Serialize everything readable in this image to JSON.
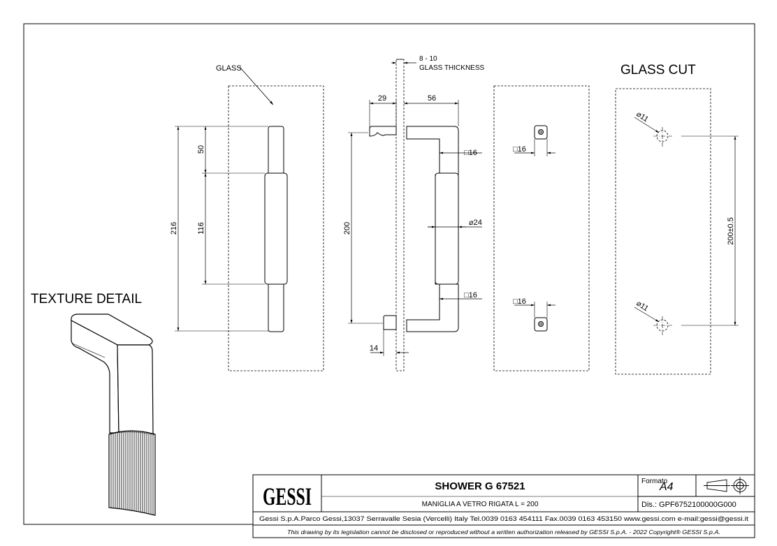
{
  "labels": {
    "glass": "GLASS",
    "glass_cut": "GLASS CUT",
    "texture_detail": "TEXTURE DETAIL",
    "glass_thickness_value": "8 - 10",
    "glass_thickness": "GLASS THICKNESS"
  },
  "dimensions": {
    "overall_length": "216",
    "end_length": "50",
    "grip_length": "116",
    "center_distance": "200",
    "offset_top": "29",
    "projection": "56",
    "bar_square_top": "□16",
    "bar_square_bottom": "□16",
    "grip_diameter": "⌀24",
    "offset_bottom": "14",
    "base_square_top": "□16",
    "base_square_bottom": "□16",
    "hole_top": "⌀11",
    "hole_bottom": "⌀11",
    "hole_distance": "200±0.5"
  },
  "title_block": {
    "brand": "GESSI",
    "product": "SHOWER G 67521",
    "description": "MANIGLIA A VETRO RIGATA L = 200",
    "format_label": "Formato",
    "format_value": "A4",
    "drawing_number": "Dis.: GPF6752100000G000",
    "address": "Gessi S.p.A.Parco Gessi,13037 Serravalle Sesia (Vercelli) Italy Tel.0039 0163 454111 Fax.0039 0163 453150 www.gessi.com e-mail:gessi@gessi.it",
    "disclaimer": "This drawing by its legislation cannot be disclosed or reproduced without a written authorization released by GESSI S.p.A. - 2022 Copyright® GESSI S.p.A."
  },
  "icons": [
    "projection-symbol-icon",
    "gessi-logo"
  ]
}
